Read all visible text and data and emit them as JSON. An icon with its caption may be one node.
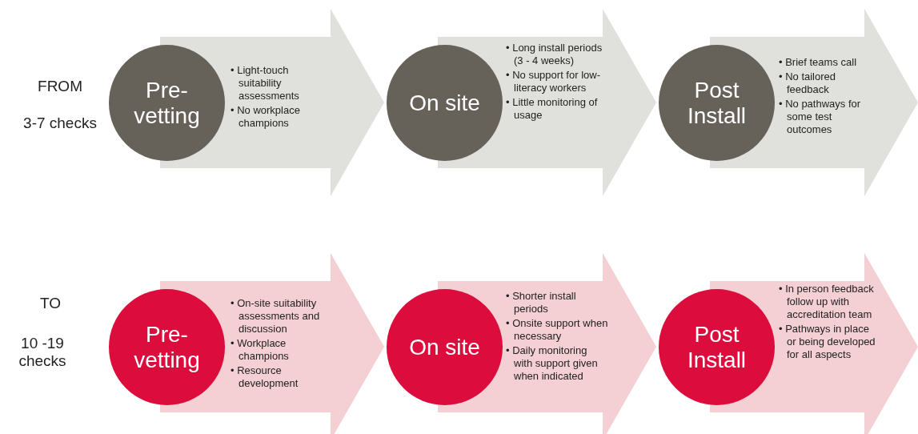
{
  "diagram": {
    "nodes": [
      {
        "text": [
          "Pre- vetting"
        ]
      },
      {
        "text": [
          "• Light-touch suitability assessments",
          "• No workplace champions"
        ]
      },
      {
        "text": [
          "On site"
        ]
      },
      {
        "text": [
          "• Long install periods (3 - 4 weeks)",
          "• No support for low-literacy workers",
          "• Little monitoring of usage"
        ]
      },
      {
        "text": [
          "Post Install"
        ]
      },
      {
        "text": [
          "• Brief teams call",
          "• No tailored feedback",
          "• No pathways for some test outcomes"
        ]
      },
      {
        "text": [
          "Pre- vetting"
        ]
      },
      {
        "text": [
          "• On-site suitability assessments and discussion",
          "• Workplace champions",
          "• Resource development"
        ]
      },
      {
        "text": [
          "On site"
        ]
      },
      {
        "text": [
          "• Shorter install periods",
          "• Onsite support when necessary",
          "• Daily monitoring with support given when indicated"
        ]
      },
      {
        "text": [
          "Post Install"
        ]
      },
      {
        "text": [
          "• In person feedback follow up with accreditation team",
          "• Pathways in place or being developed for all aspects"
        ]
      }
    ],
    "edges": [
      {
        "from": 0,
        "to": 2,
        "arrow": "to"
      },
      {
        "from": 2,
        "to": 4,
        "arrow": "to"
      },
      {
        "from": 4,
        "to": null,
        "arrow": "to"
      },
      {
        "from": 6,
        "to": 8,
        "arrow": "to"
      },
      {
        "from": 8,
        "to": 10,
        "arrow": "to"
      },
      {
        "from": 10,
        "to": null,
        "arrow": "to"
      }
    ],
    "labels": [
      "FROM",
      "3-7 checks",
      "TO",
      "10 -19 checks"
    ]
  }
}
